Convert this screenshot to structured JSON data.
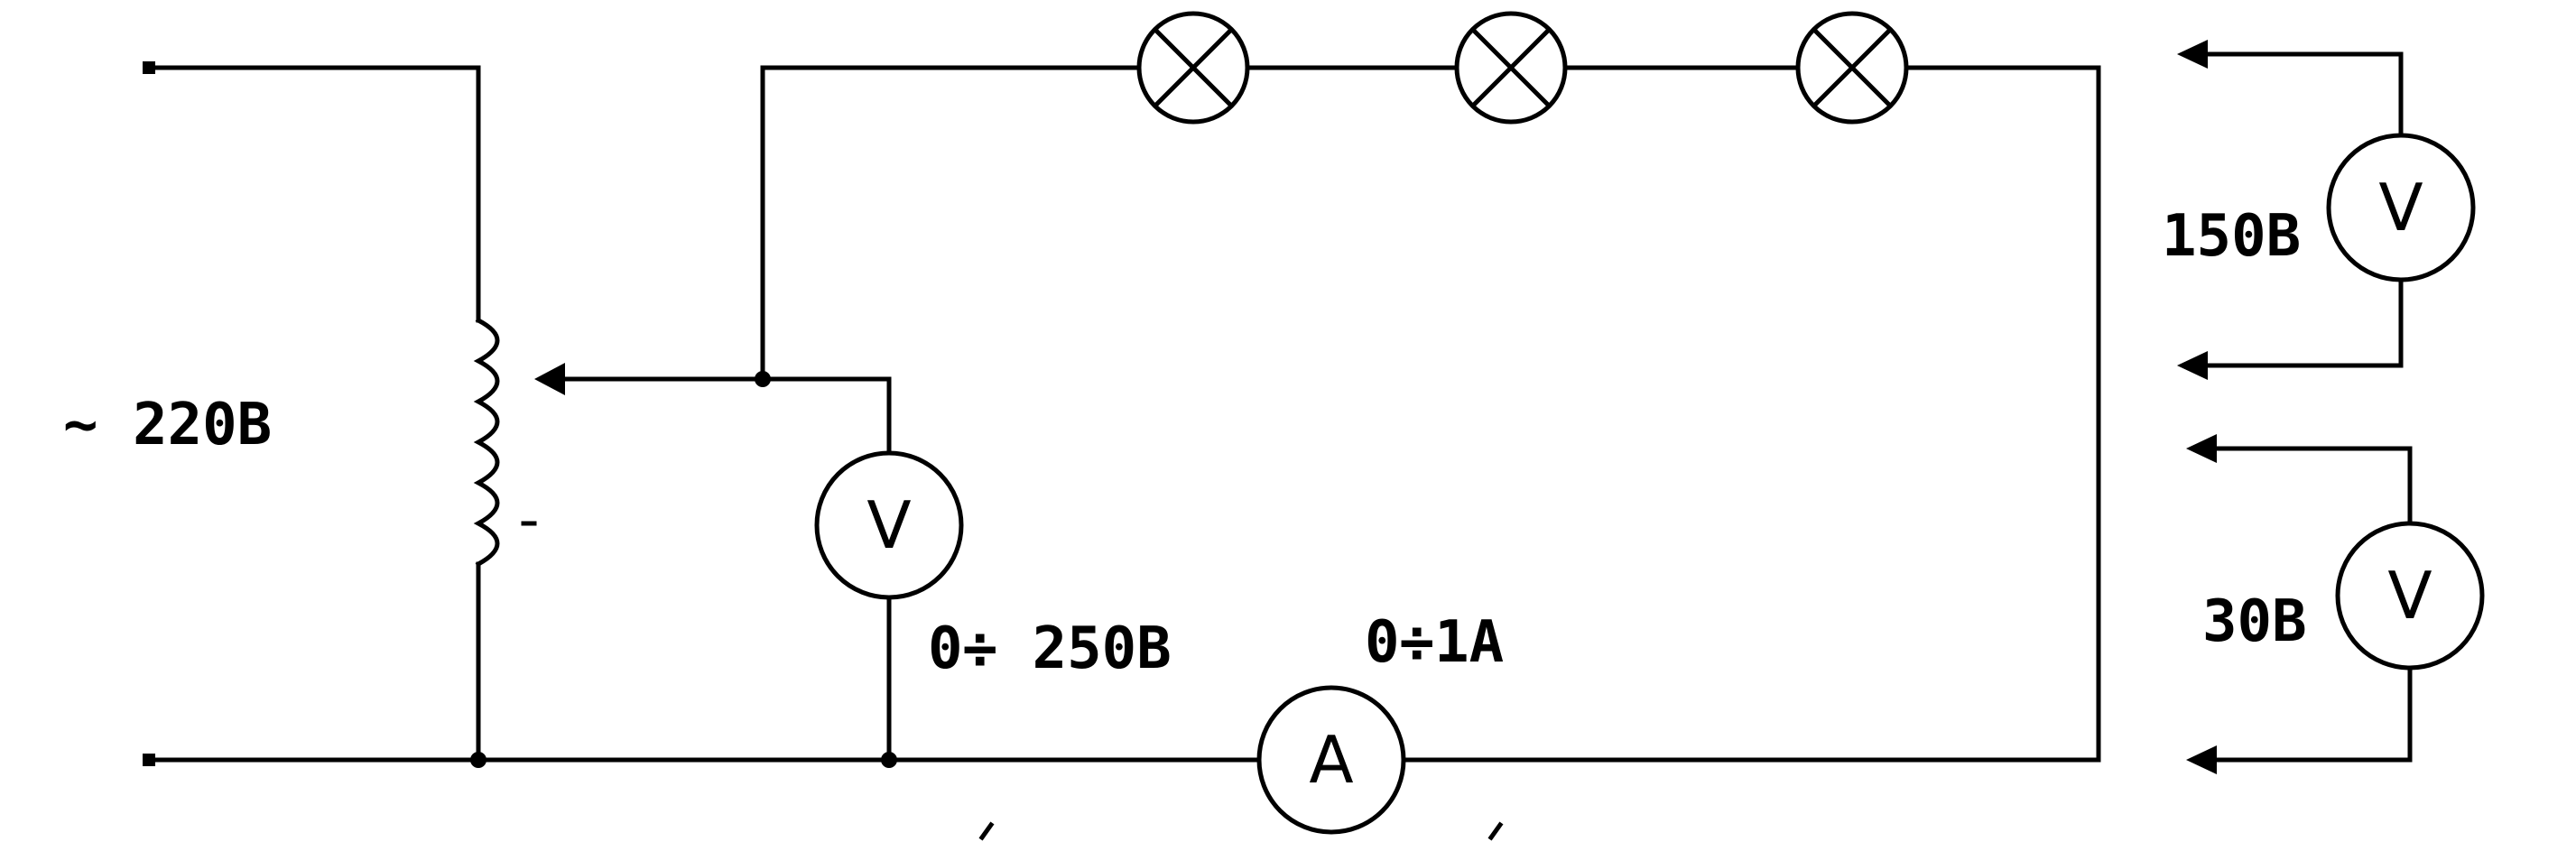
{
  "labels": {
    "source": "~ 220B",
    "main_voltmeter_range": "0÷ 250B",
    "ammeter_range": "0÷1A",
    "voltmeter_150": "150B",
    "voltmeter_30": "30B"
  },
  "symbols": {
    "voltmeter": "V",
    "ammeter": "A"
  },
  "components": {
    "lamps": [
      "lamp-icon",
      "lamp-icon",
      "lamp-icon"
    ],
    "rheostat": "rheostat-coil-icon"
  }
}
